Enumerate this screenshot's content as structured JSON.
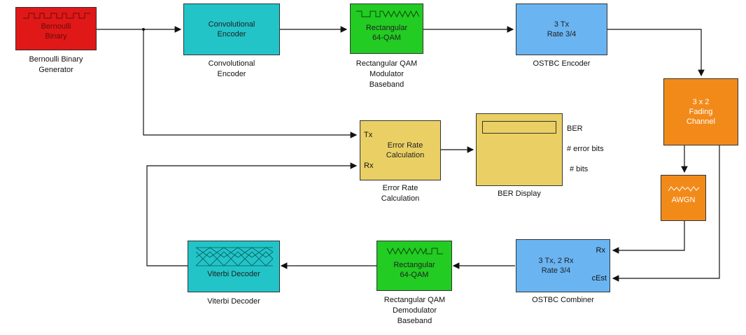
{
  "blocks": {
    "bernoulli": {
      "text": "Bernoulli\nBinary",
      "caption": "Bernoulli Binary\nGenerator"
    },
    "conv_encoder": {
      "text": "Convolutional\nEncoder",
      "caption": "Convolutional\nEncoder"
    },
    "qam_mod": {
      "text": "Rectangular\n64-QAM",
      "caption": "Rectangular QAM\nModulator\nBaseband"
    },
    "ostbc_enc": {
      "text": "3 Tx\nRate 3/4",
      "caption": "OSTBC Encoder"
    },
    "fading": {
      "text": "3 x 2\nFading\nChannel"
    },
    "awgn": {
      "text": "AWGN"
    },
    "ostbc_comb": {
      "text": "3 Tx, 2 Rx\nRate 3/4",
      "caption": "OSTBC Combiner",
      "port_rx": "Rx",
      "port_cest": "cEst"
    },
    "qam_demod": {
      "text": "Rectangular\n64-QAM",
      "caption": "Rectangular QAM\nDemodulator\nBaseband"
    },
    "viterbi": {
      "text": "Viterbi Decoder",
      "caption": "Viterbi Decoder"
    },
    "error_rate": {
      "text": "Error Rate\nCalculation",
      "caption": "Error Rate\nCalculation",
      "port_tx": "Tx",
      "port_rx": "Rx"
    },
    "ber_display": {
      "caption": "BER Display",
      "out1": "BER",
      "out2": "# error bits",
      "out3": "# bits"
    }
  },
  "colors": {
    "bernoulli": "#e01818",
    "encoder": "#22c4c8",
    "qam": "#22cc22",
    "ostbc": "#6ab4f2",
    "channel": "#f28a1a",
    "sink": "#ead064"
  }
}
